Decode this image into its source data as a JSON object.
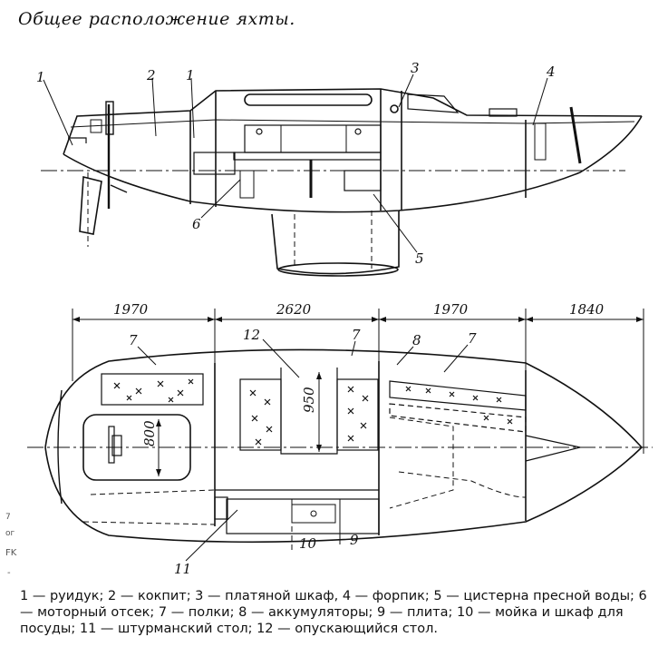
{
  "title": "Общее расположение яхты.",
  "side_view": {
    "callouts": [
      "1",
      "2",
      "1",
      "3",
      "4",
      "6",
      "5"
    ]
  },
  "plan_view": {
    "dimensions": [
      "1970",
      "2620",
      "1970",
      "1840"
    ],
    "inner_dimensions": [
      "950",
      "800"
    ],
    "callouts": [
      "7",
      "12",
      "7",
      "8",
      "7",
      "11",
      "10",
      "9"
    ]
  },
  "legend": {
    "text": "1 — руидук; 2 — кокпит; 3 — платяной шкаф, 4 — форпик; 5 — цистерна пресной воды; 6 — моторный отсек; 7 — полки; 8 — аккумуляторы; 9 — плита; 10 — мойка и шкаф для посуды; 11 — штурманский стол; 12 — опускающийся стол."
  },
  "margin_marks": [
    "7",
    "ог",
    "FK",
    "-"
  ]
}
